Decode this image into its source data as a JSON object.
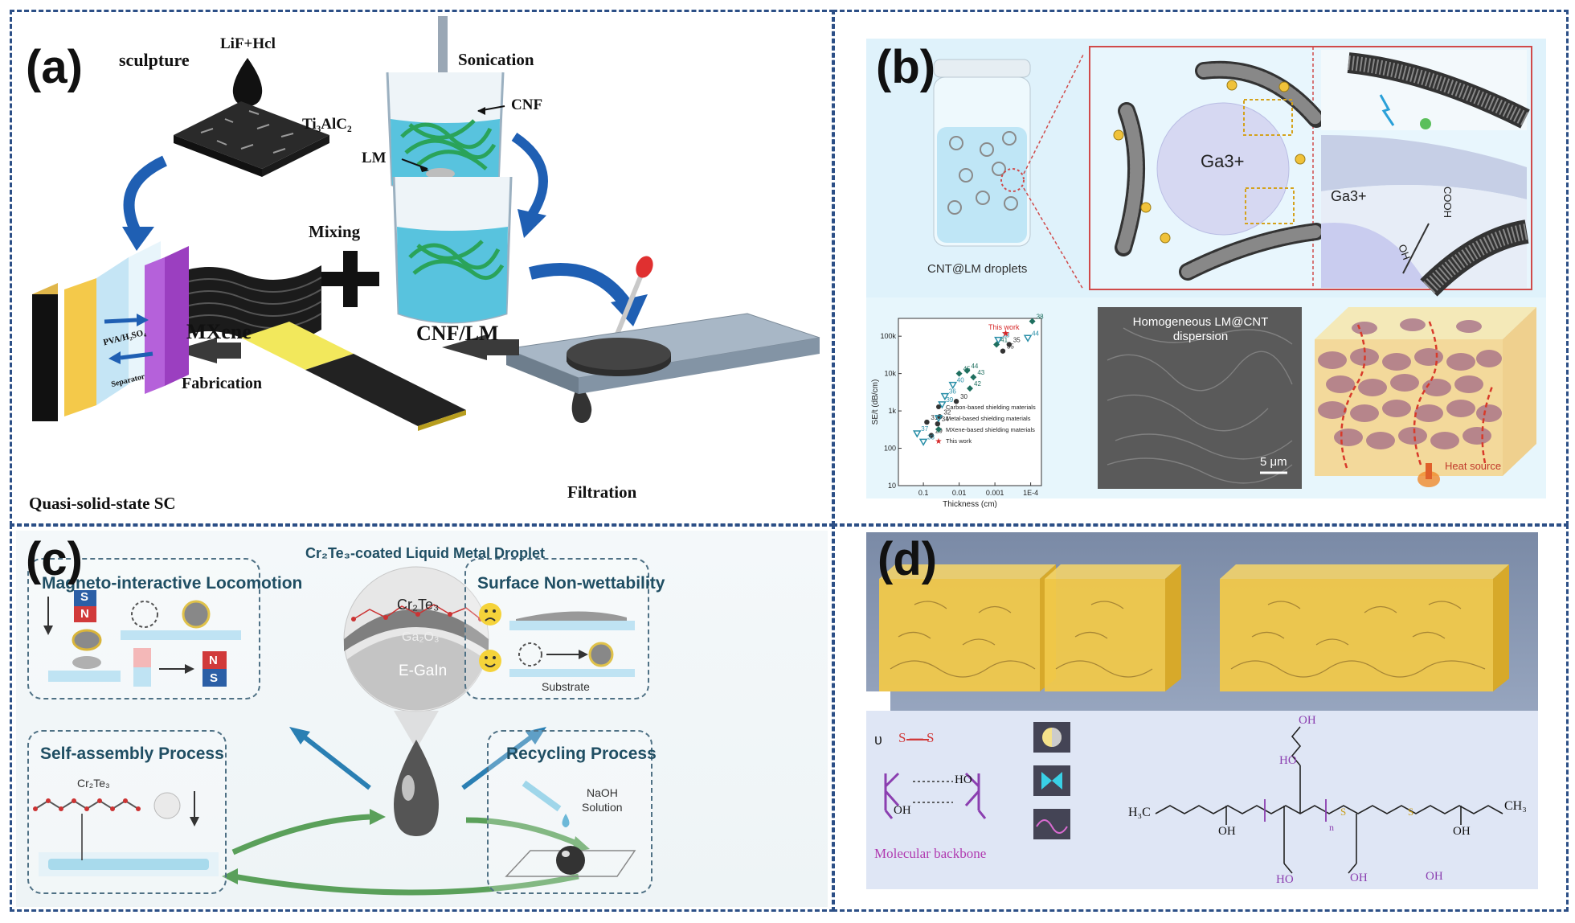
{
  "panels": {
    "a": {
      "label": "(a)",
      "sculpture": "sculpture",
      "reagent": "LiF+Hcl",
      "precursor": "Ti₃AlC₂",
      "sonication": "Sonication",
      "cnf": "CNF",
      "lm": "LM",
      "mixing": "Mixing",
      "mxene": "MXene",
      "cnf_lm": "CNF/LM",
      "fabrication": "Fabrication",
      "electrolyte": "PVA/H₂SO₄",
      "separator": "Separator",
      "filtration": "Filtration",
      "device": "Quasi-solid-state SC"
    },
    "b": {
      "label": "(b)",
      "droplets_caption": "CNT@LM droplets",
      "ion_main": "Ga3+",
      "ion_zoom": "Ga3+",
      "group_cooh": "COOH",
      "group_oh": "OH",
      "chart_ylabel": "SE/t (dB/cm)",
      "chart_xlabel": "Thickness (cm)",
      "this_work": "This work",
      "sem_title_line1": "Homogeneous LM@CNT",
      "sem_title_line2": "dispersion",
      "scale_bar": "5 μm",
      "heat_source": "Heat source"
    },
    "c": {
      "label": "(c)",
      "title": "Cr₂Te₃-coated Liquid Metal Droplet",
      "magneto_title": "Magneto-interactive Locomotion",
      "magnet_s": "S",
      "magnet_n": "N",
      "nonwet_title": "Surface Non-wettability",
      "substrate": "Substrate",
      "shell": "Cr₂Te₃",
      "oxide": "Ga₂O₃",
      "core": "E-GaIn",
      "selfassembly_title": "Self-assembly Process",
      "sa_label": "Cr₂Te₃",
      "recycle_title": "Recycling Process",
      "naoh_line1": "NaOH",
      "naoh_line2": "Solution"
    },
    "d": {
      "label": "(d)",
      "legend_symbol": "υ",
      "disulfide": "S — S",
      "hbond_top": "HO",
      "hbond_bottom": "OH",
      "backbone": "Molecular backbone",
      "h3c": "H₃C",
      "ch3": "CH₃",
      "oh_left": "OH",
      "oh_mid": "OH",
      "oh_right": "OH",
      "oh_top": "OH",
      "ho_bottom": "HO",
      "oh_bottom": "OH",
      "ho_mid": "HO",
      "n_sub": "n",
      "s1": "S",
      "s2": "S"
    }
  },
  "chart_data": {
    "type": "scatter",
    "xlabel": "Thickness (cm)",
    "ylabel": "SE/t (dB/cm)",
    "x_scale": "log-reversed",
    "y_scale": "log",
    "xticks": [
      "0.1",
      "0.01",
      "0.001",
      "1E-4"
    ],
    "yticks": [
      "10",
      "100",
      "1k",
      "10k",
      "100k"
    ],
    "xlim": [
      0.5,
      5e-05
    ],
    "ylim": [
      10,
      300000
    ],
    "series": [
      {
        "name": "Carbon-based shielding materials",
        "marker": "circle",
        "color": "#333333",
        "points": [
          {
            "x": 0.08,
            "y": 500,
            "label": "31"
          },
          {
            "x": 0.06,
            "y": 220,
            "label": "29"
          },
          {
            "x": 0.035,
            "y": 700,
            "label": "32"
          },
          {
            "x": 0.04,
            "y": 450,
            "label": "34"
          },
          {
            "x": 0.012,
            "y": 1800,
            "label": "30"
          },
          {
            "x": 0.0006,
            "y": 40000,
            "label": "35"
          },
          {
            "x": 0.0004,
            "y": 60000,
            "label": "35"
          }
        ]
      },
      {
        "name": "Metal-based shielding materials",
        "marker": "triangle",
        "color": "#2a8fa8",
        "points": [
          {
            "x": 0.15,
            "y": 250,
            "label": "37"
          },
          {
            "x": 0.1,
            "y": 150,
            "label": "33"
          },
          {
            "x": 0.03,
            "y": 1500,
            "label": "39"
          },
          {
            "x": 0.025,
            "y": 2500,
            "label": "36"
          },
          {
            "x": 0.015,
            "y": 5000,
            "label": "40"
          },
          {
            "x": 0.0008,
            "y": 80000,
            "label": "38"
          },
          {
            "x": 0.00012,
            "y": 90000,
            "label": "44"
          }
        ]
      },
      {
        "name": "MXene-based shielding materials",
        "marker": "diamond",
        "color": "#1f6f5f",
        "points": [
          {
            "x": 0.01,
            "y": 10000,
            "label": "45"
          },
          {
            "x": 0.006,
            "y": 12000,
            "label": "44"
          },
          {
            "x": 0.004,
            "y": 8000,
            "label": "43"
          },
          {
            "x": 0.005,
            "y": 4000,
            "label": "42"
          },
          {
            "x": 0.0009,
            "y": 60000,
            "label": "41"
          },
          {
            "x": 9e-05,
            "y": 250000,
            "label": "38"
          }
        ]
      },
      {
        "name": "This work",
        "marker": "star",
        "color": "#d62728",
        "points": [
          {
            "x": 0.0005,
            "y": 120000
          }
        ]
      }
    ]
  }
}
